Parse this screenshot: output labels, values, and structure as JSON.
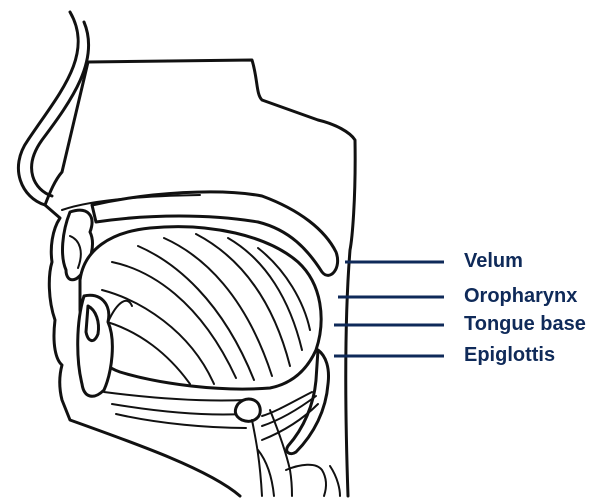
{
  "labels": [
    {
      "key": "velum",
      "text": "Velum"
    },
    {
      "key": "oropharynx",
      "text": "Oropharynx"
    },
    {
      "key": "tongue_base",
      "text": "Tongue base"
    },
    {
      "key": "epiglottis",
      "text": "Epiglottis"
    }
  ],
  "colors": {
    "line": "#111111",
    "label": "#0f2a59",
    "background": "#ffffff"
  }
}
